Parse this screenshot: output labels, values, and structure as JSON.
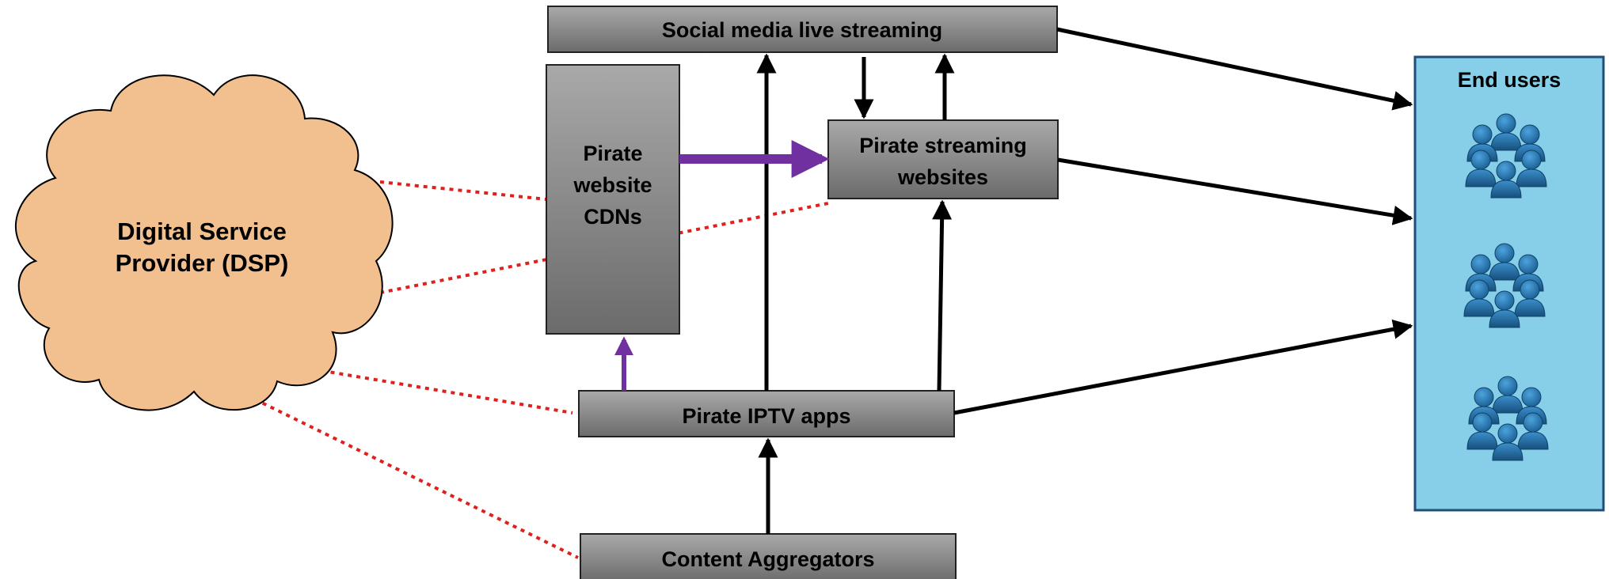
{
  "diagram": {
    "dsp_label_line1": "Digital Service",
    "dsp_label_line2": "Provider (DSP)",
    "social_media_label": "Social media live streaming",
    "cdn_label_line1": "Pirate",
    "cdn_label_line2": "website",
    "cdn_label_line3": "CDNs",
    "streaming_sites_label_line1": "Pirate streaming",
    "streaming_sites_label_line2": "websites",
    "iptv_label": "Pirate IPTV apps",
    "aggregators_label": "Content Aggregators",
    "end_users_label": "End users"
  },
  "colors": {
    "cloud_fill": "#f2c08e",
    "box_fill_top": "#a6a6a6",
    "box_fill_bottom": "#6e6e6e",
    "end_users_fill": "#87cfe8",
    "end_users_border": "#1f4e79",
    "dotted_link": "#e0201c",
    "purple_arrow": "#7030a0",
    "user_icon": "#1f6fa5"
  }
}
